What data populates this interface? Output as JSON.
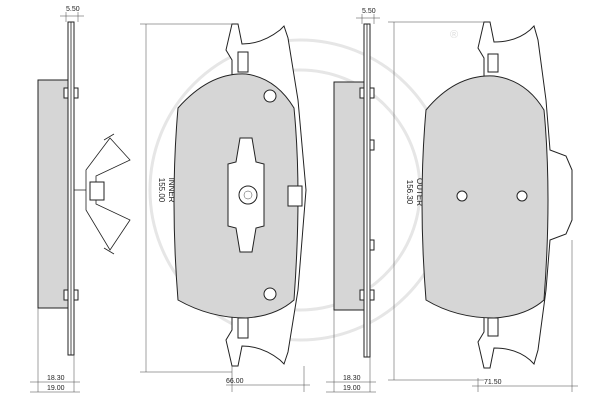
{
  "watermark": {
    "mark": "®"
  },
  "left_side_view": {
    "top_dim": "5.50",
    "bottom_dim_1": "18.30",
    "bottom_dim_2": "19.00"
  },
  "inner_pad": {
    "label": "INNER",
    "height_dim": "155.00",
    "width_dim": "66.00"
  },
  "right_side_view": {
    "top_dim": "5.50",
    "bottom_dim_1": "18.30",
    "bottom_dim_2": "19.00"
  },
  "outer_pad": {
    "label": "OUTER",
    "height_dim": "156.30",
    "width_dim": "71.50"
  }
}
